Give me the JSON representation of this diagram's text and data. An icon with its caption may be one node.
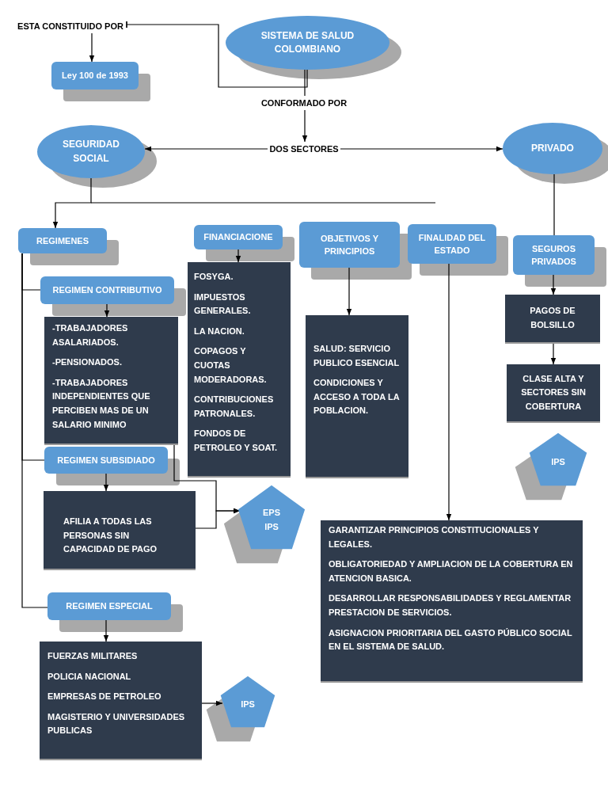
{
  "diagram": {
    "nodes": [
      {
        "text": [
          "ESTA CONSTITUIDO POR"
        ]
      },
      {
        "text": [
          "Ley 100 de 1993"
        ]
      },
      {
        "text": [
          "SISTEMA DE SALUD COLOMBIANO"
        ]
      },
      {
        "text": [
          "CONFORMADO POR"
        ]
      },
      {
        "text": [
          "DOS SECTORES"
        ]
      },
      {
        "text": [
          "SEGURIDAD SOCIAL"
        ]
      },
      {
        "text": [
          "PRIVADO"
        ]
      },
      {
        "text": [
          "REGIMENES"
        ]
      },
      {
        "text": [
          "FINANCIACIONE"
        ]
      },
      {
        "text": [
          "OBJETIVOS Y PRINCIPIOS"
        ]
      },
      {
        "text": [
          "FINALIDAD DEL ESTADO"
        ]
      },
      {
        "text": [
          "SEGUROS PRIVADOS"
        ]
      },
      {
        "text": [
          "REGIMEN CONTRIBUTIVO"
        ]
      },
      {
        "text": [
          "-TRABAJADORES ASALARIADOS.",
          "-PENSIONADOS.",
          "-TRABAJADORES INDEPENDIENTES QUE PERCIBEN MAS DE UN SALARIO MINIMO"
        ]
      },
      {
        "text": [
          "FOSYGA.",
          "IMPUESTOS GENERALES.",
          "LA NACION.",
          "COPAGOS Y CUOTAS MODERADORAS.",
          "CONTRIBUCIONES PATRONALES.",
          "FONDOS DE PETROLEO Y SOAT."
        ]
      },
      {
        "text": [
          "SALUD: SERVICIO PUBLICO ESENCIAL",
          "CONDICIONES Y ACCESO A TODA LA POBLACION."
        ]
      },
      {
        "text": [
          "PAGOS DE BOLSILLO"
        ]
      },
      {
        "text": [
          "CLASE ALTA Y SECTORES SIN COBERTURA"
        ]
      },
      {
        "text": [
          "REGIMEN SUBSIDIADO"
        ]
      },
      {
        "text": [
          "AFILIA A TODAS LAS PERSONAS SIN CAPACIDAD DE PAGO"
        ]
      },
      {
        "text": [
          "EPS",
          "IPS"
        ]
      },
      {
        "text": [
          "IPS"
        ]
      },
      {
        "text": [
          "GARANTIZAR PRINCIPIOS CONSTITUCIONALES Y LEGALES.",
          "OBLIGATORIEDAD Y AMPLIACION DE LA COBERTURA EN ATENCION BASICA.",
          "DESARROLLAR RESPONSABILIDADES Y REGLAMENTAR PRESTACION DE SERVICIOS.",
          "ASIGNACION PRIORITARIA DEL GASTO PÚBLICO SOCIAL EN EL SISTEMA DE SALUD."
        ]
      },
      {
        "text": [
          "REGIMEN ESPECIAL"
        ]
      },
      {
        "text": [
          "FUERZAS MILITARES",
          "POLICIA NACIONAL",
          "EMPRESAS DE PETROLEO",
          "MAGISTERIO Y UNIVERSIDADES PUBLICAS"
        ]
      },
      {
        "text": [
          "IPS"
        ]
      }
    ],
    "edges": [
      {
        "from": 2,
        "to": 0,
        "arrow": "other"
      },
      {
        "from": 0,
        "to": 1,
        "arrow": "to"
      },
      {
        "from": 2,
        "to": 3,
        "arrow": "none"
      },
      {
        "from": 3,
        "to": 4,
        "arrow": "to"
      },
      {
        "from": 4,
        "to": 5,
        "arrow": "to"
      },
      {
        "from": 4,
        "to": 6,
        "arrow": "to"
      },
      {
        "from": 5,
        "to": 7,
        "arrow": "to"
      },
      {
        "from": 6,
        "to": 11,
        "arrow": "none"
      },
      {
        "from": 7,
        "to": 12,
        "arrow": "none"
      },
      {
        "from": 7,
        "to": 18,
        "arrow": "none"
      },
      {
        "from": 7,
        "to": 23,
        "arrow": "none"
      },
      {
        "from": 12,
        "to": 13,
        "arrow": "to"
      },
      {
        "from": 8,
        "to": 14,
        "arrow": "to"
      },
      {
        "from": 9,
        "to": 15,
        "arrow": "to"
      },
      {
        "from": 10,
        "to": 22,
        "arrow": "to"
      },
      {
        "from": 11,
        "to": 16,
        "arrow": "to"
      },
      {
        "from": 16,
        "to": 17,
        "arrow": "to"
      },
      {
        "from": 18,
        "to": 19,
        "arrow": "to"
      },
      {
        "from": 13,
        "to": 20,
        "arrow": "to"
      },
      {
        "from": 19,
        "to": 20,
        "arrow": "to"
      },
      {
        "from": 23,
        "to": 24,
        "arrow": "to"
      },
      {
        "from": 24,
        "to": 25,
        "arrow": "to"
      }
    ]
  }
}
